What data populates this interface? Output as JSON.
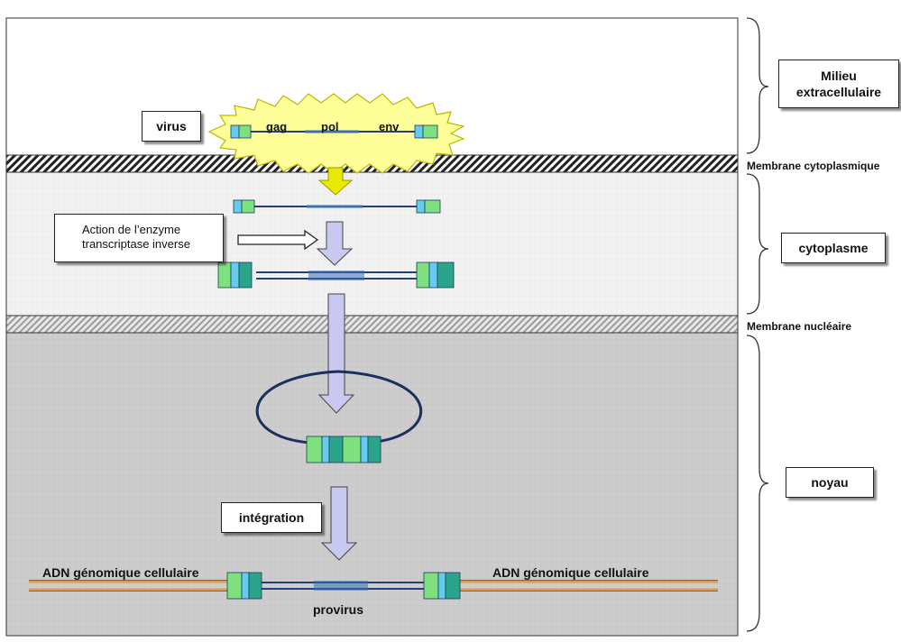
{
  "labels": {
    "virus": "virus",
    "gag": "gag",
    "pol": "pol",
    "env": "env",
    "enzyme_line1": "Action de l’enzyme",
    "enzyme_line2": "transcriptase inverse",
    "integration": "intégration",
    "adn_left": "ADN génomique cellulaire",
    "adn_right": "ADN génomique cellulaire",
    "provirus": "provirus",
    "milieu_line1": "Milieu",
    "milieu_line2": "extracellulaire",
    "membrane_cyto": "Membrane cytoplasmique",
    "cytoplasme": "cytoplasme",
    "membrane_nucl": "Membrane nucléaire",
    "noyau": "noyau"
  },
  "colors": {
    "extracellular_bg": "#ffffff",
    "cytoplasm_bg": "#f3f3f3",
    "nucleus_bg": "#c9c9c9",
    "virus_fill": "#ffff99",
    "arrow_yellow": "#e8e800",
    "arrow_lavender": "#c8c8f0",
    "ltr_green": "#7fe07f",
    "ltr_teal": "#2aa58c",
    "ltr_blue": "#66ccee",
    "rna_strand": "#23407a",
    "dna_orange": "#e29a4a",
    "circle_navy": "#1c2f5e"
  }
}
